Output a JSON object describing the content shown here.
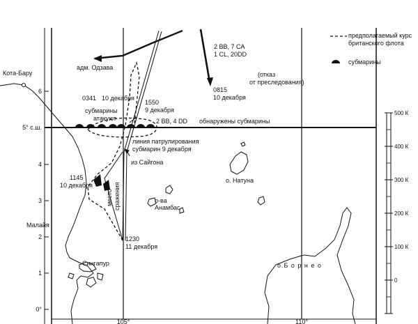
{
  "labels": {
    "kota_baru": "Кота-Бару",
    "malaya": "Малайя",
    "singapore": "Сингапур",
    "borneo": "о.Б о р н е о",
    "natuna": "о. Натуна",
    "anambas_1": "о-ва",
    "anambas_2": "Анамбас",
    "admiral": "адм. Одзава",
    "force_z_1": "2 ВВ, 7 СА",
    "force_z_2": "1 CL, 20DD",
    "refusal_1": "(отказ",
    "refusal_2": "от преследования)",
    "t0815_1": "0815",
    "t0815_2": "10 декабря",
    "t0341": "0341",
    "t0341_date": "10 декабря",
    "t1550_1": "1550",
    "t1550_2": "9 декабря",
    "force_b": "2 ВВ, 4 DD",
    "subs_attack_1": "субмарины",
    "subs_attack_2": "атакуют",
    "subs_detected": "обнаружены субмарины",
    "patrol_1": "линия патрулирования",
    "patrol_2": "субмарин 9 декабря",
    "from_saigon": "из Сайгона",
    "t1145_1": "1145",
    "t1145_2": "10 декабря",
    "battle_1": "место",
    "battle_2": "сражения",
    "t1230_1": "1230",
    "t1230_2": "11 декабря"
  },
  "legend": {
    "course_1": "предполагаемый курс",
    "course_2": "британского флота",
    "subs": "субмарины"
  },
  "axes": {
    "lat_labels": [
      {
        "value": 6,
        "text": "6"
      },
      {
        "value": 5,
        "text": "5° с.ш."
      },
      {
        "value": 4,
        "text": "4"
      },
      {
        "value": 3,
        "text": "3"
      },
      {
        "value": 2,
        "text": "2"
      },
      {
        "value": 1,
        "text": "1"
      },
      {
        "value": 0,
        "text": "0°"
      }
    ],
    "lon_labels": [
      {
        "value": 105,
        "text": "105°"
      },
      {
        "value": 110,
        "text": "110°"
      }
    ]
  },
  "scale_bar": {
    "labels": [
      "500 К",
      "400 К",
      "300 К",
      "200 К",
      "100 К",
      "0"
    ]
  },
  "colors": {
    "ink": "#111111",
    "paper": "#ffffff"
  }
}
